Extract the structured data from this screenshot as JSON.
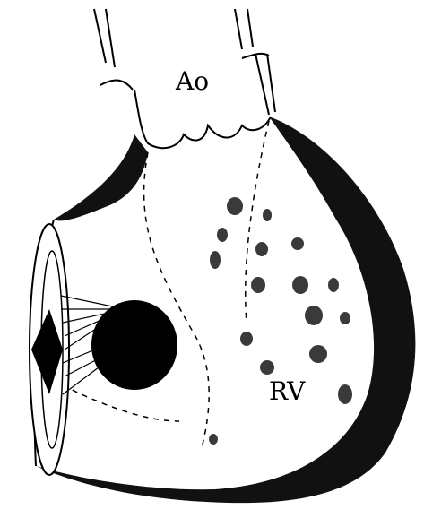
{
  "labels": {
    "aorta": "Ao",
    "right_ventricle": "RV"
  },
  "colors": {
    "background": "#ffffff",
    "ink": "#000000",
    "wall": "#111111",
    "trabeculae": "#3a3a3a"
  },
  "icons": {
    "ventricular_septal_defect": "black-oval-defect",
    "tricuspid_valve": "valve-leaflets-with-chordae",
    "aortic_root": "scalloped-aortic-cusps"
  }
}
